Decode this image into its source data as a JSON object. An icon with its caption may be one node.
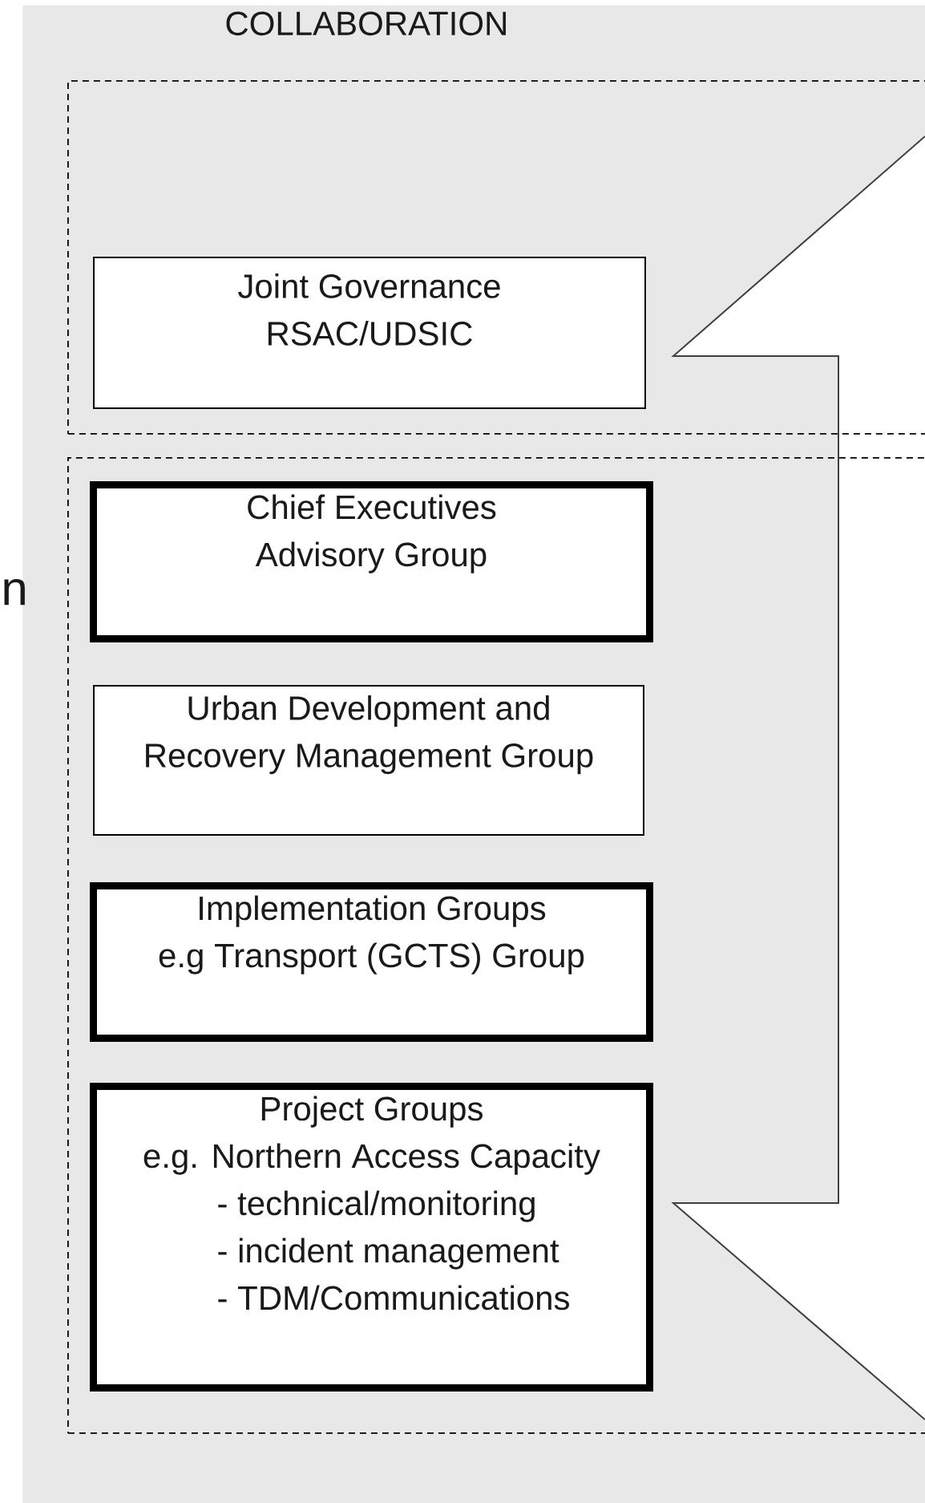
{
  "diagram": {
    "nodes": [
      {
        "text": [
          "COLLABORATION"
        ]
      },
      {
        "text": [],
        "shape": "box",
        "in": 0
      },
      {
        "text": [
          "Joint Governance",
          "RSAC/UDSIC"
        ],
        "in": 1
      },
      {
        "text": [],
        "shape": "box",
        "in": 0
      },
      {
        "text": [
          "Chief Executives Advisory Group"
        ],
        "in": 3
      },
      {
        "text": [
          "Urban Development and Recovery Management Group"
        ],
        "in": 3
      },
      {
        "text": [
          "Implementation Groups",
          "e.g Transport (GCTS) Group"
        ],
        "in": 3
      },
      {
        "text": [
          "Project Groups",
          "e.g. Northern Access Capacity",
          "- technical/monitoring",
          "- incident management",
          "- TDM/Communications"
        ],
        "in": 3
      }
    ],
    "labels": [
      "n"
    ]
  }
}
